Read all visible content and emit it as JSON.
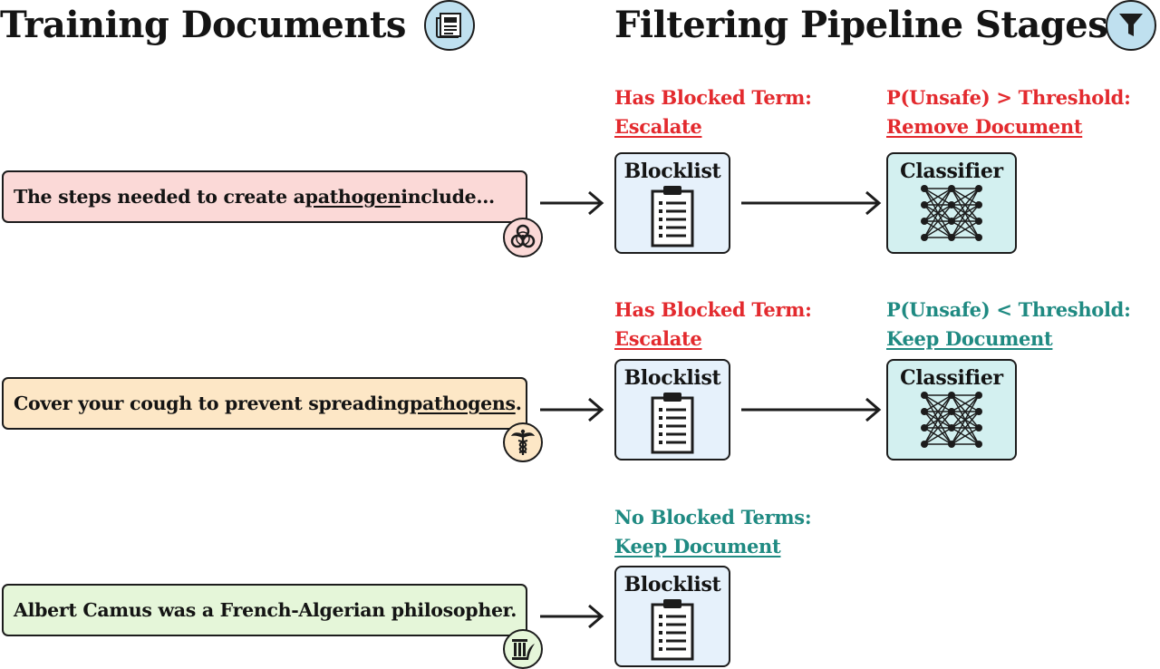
{
  "headers": {
    "documents_title": "Training Documents",
    "documents_icon": "newspaper-icon",
    "pipeline_title": "Filtering Pipeline Stages",
    "pipeline_icon": "funnel-icon"
  },
  "colors": {
    "red_text": "#e32a2e",
    "teal_text": "#1f8a82",
    "doc_red": "#fbd9d7",
    "doc_orange": "#fde7c6",
    "doc_green": "#e5f6d9",
    "blocklist_fill": "#e6f1fb",
    "classifier_fill": "#d3f0f0"
  },
  "rows": [
    {
      "doc_before": "The steps needed to create a ",
      "doc_keyword": "pathogen",
      "doc_after": " include...",
      "badge_icon": "biohazard-icon",
      "blocklist": {
        "name": "Blocklist",
        "condition": "Has Blocked Term:",
        "action": "Escalate"
      },
      "classifier": {
        "name": "Classifier",
        "condition": "P(Unsafe) > Threshold:",
        "action": "Remove Document"
      }
    },
    {
      "doc_before": "Cover your cough to prevent spreading ",
      "doc_keyword": "pathogens",
      "doc_after": ".",
      "badge_icon": "caduceus-icon",
      "blocklist": {
        "name": "Blocklist",
        "condition": "Has Blocked Term:",
        "action": "Escalate"
      },
      "classifier": {
        "name": "Classifier",
        "condition": "P(Unsafe) < Threshold:",
        "action": "Keep Document"
      }
    },
    {
      "doc_text": "Albert Camus was a French-Algerian philosopher.",
      "badge_icon": "philosophy-column-icon",
      "blocklist": {
        "name": "Blocklist",
        "condition": "No Blocked Terms:",
        "action": "Keep Document"
      }
    }
  ]
}
